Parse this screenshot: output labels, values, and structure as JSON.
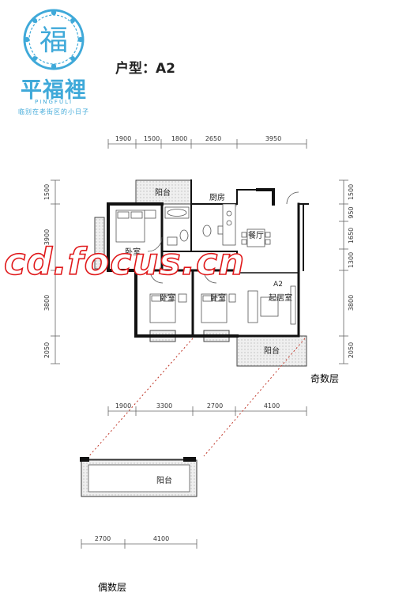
{
  "brand": {
    "name": "平福裡",
    "pinyin": "PINGFULI",
    "slogan": "临别在老街区的小日子",
    "logo_glyph": "福",
    "color": "#3fa9d9"
  },
  "unit_title": "户型：A2",
  "watermark": "cd.focus.cn",
  "odd_floor": {
    "label": "奇数层",
    "top_dims": [
      "1900",
      "1500",
      "1800",
      "2650",
      "3950"
    ],
    "bottom_dims": [
      "1900",
      "3300",
      "2700",
      "4100"
    ],
    "left_dims": [
      "1500",
      "3900",
      "3800",
      "2050"
    ],
    "right_dims": [
      "1500",
      "950",
      "1650",
      "1300",
      "3800",
      "2050"
    ],
    "rooms": {
      "balcony_top": "阳台",
      "kitchen": "厨房",
      "dining": "餐厅",
      "bedroom_main": "卧室",
      "bedroom_2": "卧室",
      "bedroom_3": "卧室",
      "living": "起居室",
      "balcony_living": "阳台",
      "unit_tag": "A2"
    }
  },
  "even_floor": {
    "label": "偶数层",
    "balcony": "阳台",
    "bottom_dims": [
      "2700",
      "4100"
    ]
  },
  "colors": {
    "wall": "#111111",
    "dim_line": "#666666",
    "balcony_hatch": "#d9d9d9",
    "dotted_link": "#c0392b",
    "watermark": "#e0191b"
  }
}
